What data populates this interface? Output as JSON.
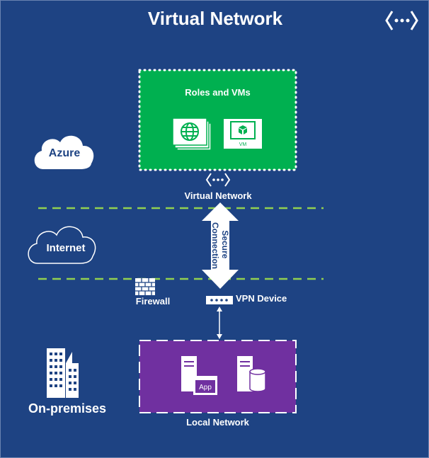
{
  "title": "Virtual Network",
  "cloud_section": {
    "name": "Azure",
    "roles_box_title": "Roles and VMs",
    "vm_tile_label": "VM",
    "vnet_label": "Virtual Network"
  },
  "internet_section": {
    "name": "Internet",
    "connection_label_line1": "Secure",
    "connection_label_line2": "Connection"
  },
  "onprem_section": {
    "name": "On-premises",
    "firewall_label": "Firewall",
    "vpn_device_label": "VPN Device",
    "app_label": "App",
    "local_network_label": "Local Network"
  },
  "colors": {
    "background": "#1e4383",
    "roles_box": "#00b050",
    "local_network_box": "#7030a0",
    "divider": "#92d050",
    "foreground": "#ffffff"
  },
  "icons": [
    "virtual-network-icon",
    "globe-icon",
    "vm-icon",
    "cloud-icon",
    "firewall-icon",
    "vpn-device-icon",
    "server-icon",
    "database-icon",
    "building-icon"
  ]
}
